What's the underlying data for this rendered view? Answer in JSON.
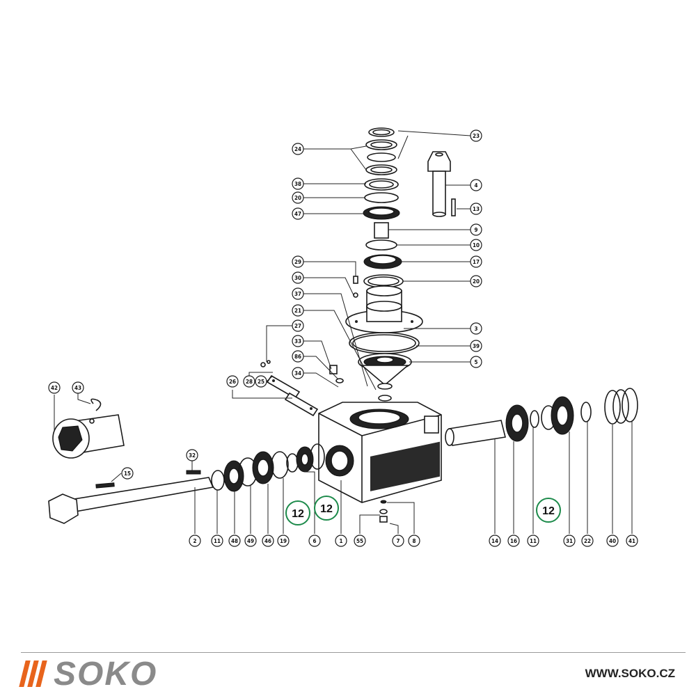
{
  "callouts": [
    "23",
    "24",
    "38",
    "20",
    "47",
    "4",
    "13",
    "9",
    "10",
    "17",
    "29",
    "20",
    "30",
    "37",
    "3",
    "21",
    "39",
    "27",
    "33",
    "5",
    "86",
    "34",
    "28",
    "25",
    "26",
    "42",
    "43",
    "15",
    "32",
    "2",
    "11",
    "48",
    "49",
    "46",
    "19",
    "6",
    "1",
    "55",
    "7",
    "8",
    "14",
    "16",
    "11",
    "31",
    "22",
    "40",
    "41"
  ],
  "highlight_labels": [
    "12",
    "12",
    "12"
  ],
  "footer": {
    "brand": "SOKO",
    "url": "WWW.SOKO.CZ",
    "brand_color": "#e8641c",
    "brand_text_color": "#8a8a8a"
  }
}
